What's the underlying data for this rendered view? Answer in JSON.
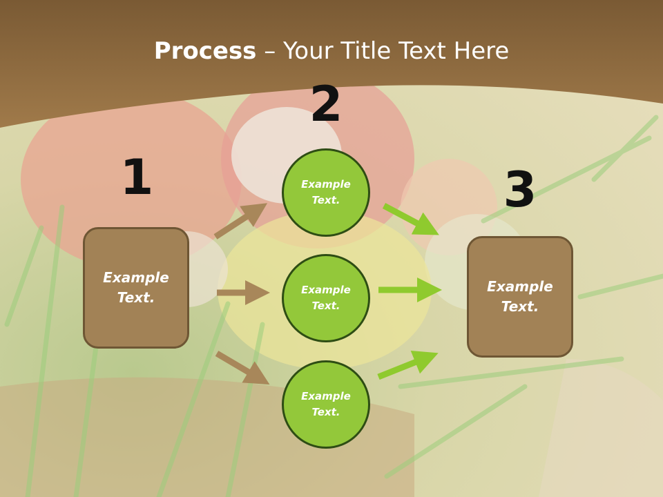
{
  "title": {
    "bold": "Process",
    "rest": " – Your Title Text Here"
  },
  "steps": [
    {
      "number": "1",
      "text": "Example\nText."
    },
    {
      "number": "2",
      "text": "Example\nText."
    },
    {
      "number": "3",
      "text": "Example\nText."
    }
  ],
  "circles": [
    {
      "text": "Example\nText."
    },
    {
      "text": "Example\nText."
    },
    {
      "text": "Example\nText."
    }
  ],
  "colors": {
    "header": "#8f6b3f",
    "box": "#a28256",
    "circle": "#93c83a",
    "arrow_brown": "#a8875a",
    "arrow_green": "#8fca2e"
  }
}
